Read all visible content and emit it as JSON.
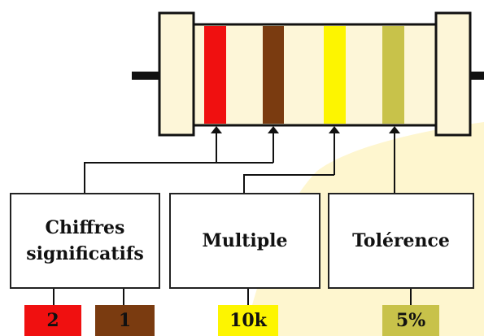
{
  "labels": {
    "significant_line1": "Chiffres",
    "significant_line2": "significatifs",
    "multiplier": "Multiple",
    "tolerance": "Tolérence"
  },
  "chips": [
    {
      "text": "2",
      "color": "#f01010"
    },
    {
      "text": "1",
      "color": "#7a3b10"
    },
    {
      "text": "10k",
      "color": "#fdf500"
    },
    {
      "text": "5%",
      "color": "#c8c24a"
    }
  ],
  "resistor": {
    "body_color": "#fdf6d8",
    "outline_color": "#111111",
    "bands": [
      {
        "name": "first-digit",
        "color": "#f01010"
      },
      {
        "name": "second-digit",
        "color": "#7a3b10"
      },
      {
        "name": "multiplier",
        "color": "#fdf500"
      },
      {
        "name": "tolerance",
        "color": "#c8c24a"
      }
    ]
  },
  "background": {
    "glow_color": "#fef6cf"
  }
}
